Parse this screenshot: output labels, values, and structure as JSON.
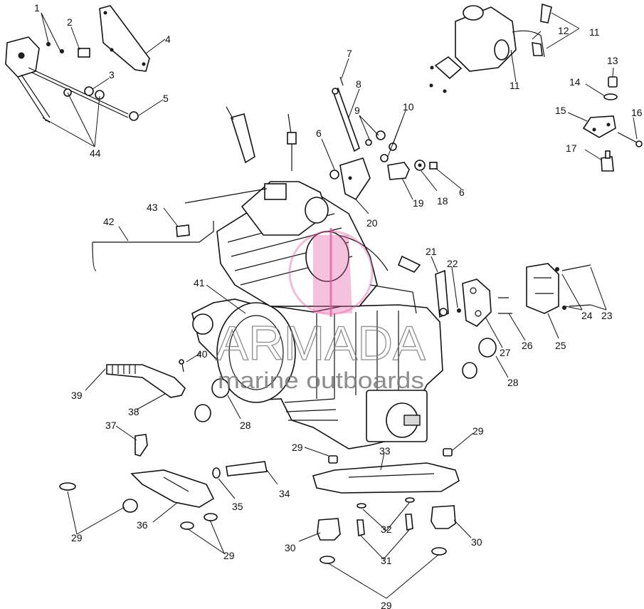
{
  "watermark": {
    "brand": "ARMADA",
    "tagline": "marine outboards",
    "logo_color": "#e35fa3"
  },
  "callouts": [
    {
      "id": "c1",
      "label": "1"
    },
    {
      "id": "c2",
      "label": "2"
    },
    {
      "id": "c3",
      "label": "3"
    },
    {
      "id": "c4",
      "label": "4"
    },
    {
      "id": "c5",
      "label": "5"
    },
    {
      "id": "c44",
      "label": "44"
    },
    {
      "id": "c7",
      "label": "7"
    },
    {
      "id": "c8",
      "label": "8"
    },
    {
      "id": "c9",
      "label": "9"
    },
    {
      "id": "c10",
      "label": "10"
    },
    {
      "id": "c6a",
      "label": "6"
    },
    {
      "id": "c6b",
      "label": "6"
    },
    {
      "id": "c19",
      "label": "19"
    },
    {
      "id": "c18",
      "label": "18"
    },
    {
      "id": "c20",
      "label": "20"
    },
    {
      "id": "c11a",
      "label": "11"
    },
    {
      "id": "c11b",
      "label": "11"
    },
    {
      "id": "c12",
      "label": "12"
    },
    {
      "id": "c13",
      "label": "13"
    },
    {
      "id": "c14",
      "label": "14"
    },
    {
      "id": "c15",
      "label": "15"
    },
    {
      "id": "c16",
      "label": "16"
    },
    {
      "id": "c17",
      "label": "17"
    },
    {
      "id": "c42",
      "label": "42"
    },
    {
      "id": "c43",
      "label": "43"
    },
    {
      "id": "c41",
      "label": "41"
    },
    {
      "id": "c21",
      "label": "21"
    },
    {
      "id": "c22",
      "label": "22"
    },
    {
      "id": "c23",
      "label": "23"
    },
    {
      "id": "c24",
      "label": "24"
    },
    {
      "id": "c25",
      "label": "25"
    },
    {
      "id": "c26",
      "label": "26"
    },
    {
      "id": "c27",
      "label": "27"
    },
    {
      "id": "c28a",
      "label": "28"
    },
    {
      "id": "c28b",
      "label": "28"
    },
    {
      "id": "c40",
      "label": "40"
    },
    {
      "id": "c39",
      "label": "39"
    },
    {
      "id": "c38",
      "label": "38"
    },
    {
      "id": "c37",
      "label": "37"
    },
    {
      "id": "c29a",
      "label": "29"
    },
    {
      "id": "c29b",
      "label": "29"
    },
    {
      "id": "c29c",
      "label": "29"
    },
    {
      "id": "c29d",
      "label": "29"
    },
    {
      "id": "c29e",
      "label": "29"
    },
    {
      "id": "c33",
      "label": "33"
    },
    {
      "id": "c34",
      "label": "34"
    },
    {
      "id": "c35",
      "label": "35"
    },
    {
      "id": "c36",
      "label": "36"
    },
    {
      "id": "c32",
      "label": "32"
    },
    {
      "id": "c30a",
      "label": "30"
    },
    {
      "id": "c30b",
      "label": "30"
    },
    {
      "id": "c31",
      "label": "31"
    }
  ]
}
